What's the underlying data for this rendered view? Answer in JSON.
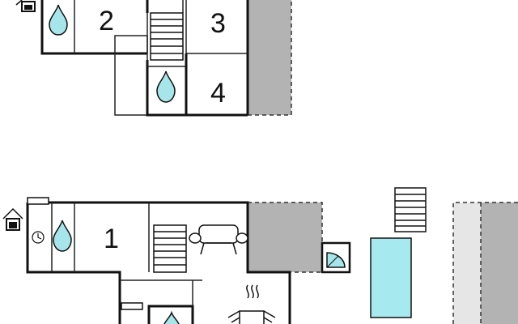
{
  "colors": {
    "wall": "#111111",
    "thin_line": "#222222",
    "terrace": "#b3b3b3",
    "terrace_light": "#e6e6e6",
    "water": "#a6e6ea",
    "pool": "#a6eaf0"
  },
  "upper_floor": {
    "rooms": [
      {
        "label": "2",
        "icon": "water-drop-icon"
      },
      {
        "label": "3"
      },
      {
        "label": "4",
        "icon": "water-drop-icon"
      }
    ],
    "icons": [
      "house-icon",
      "staircase-icon"
    ]
  },
  "ground_floor": {
    "rooms": [
      {
        "label": "1",
        "icon": "water-drop-icon"
      }
    ],
    "icons": [
      "house-icon",
      "clock-icon",
      "staircase-icon",
      "sofa-icon",
      "stove-icon",
      "water-drop-icon",
      "shower-icon"
    ]
  },
  "outdoor": {
    "icons": [
      "pool-icon",
      "outdoor-stairs-icon",
      "terrace-area"
    ]
  }
}
